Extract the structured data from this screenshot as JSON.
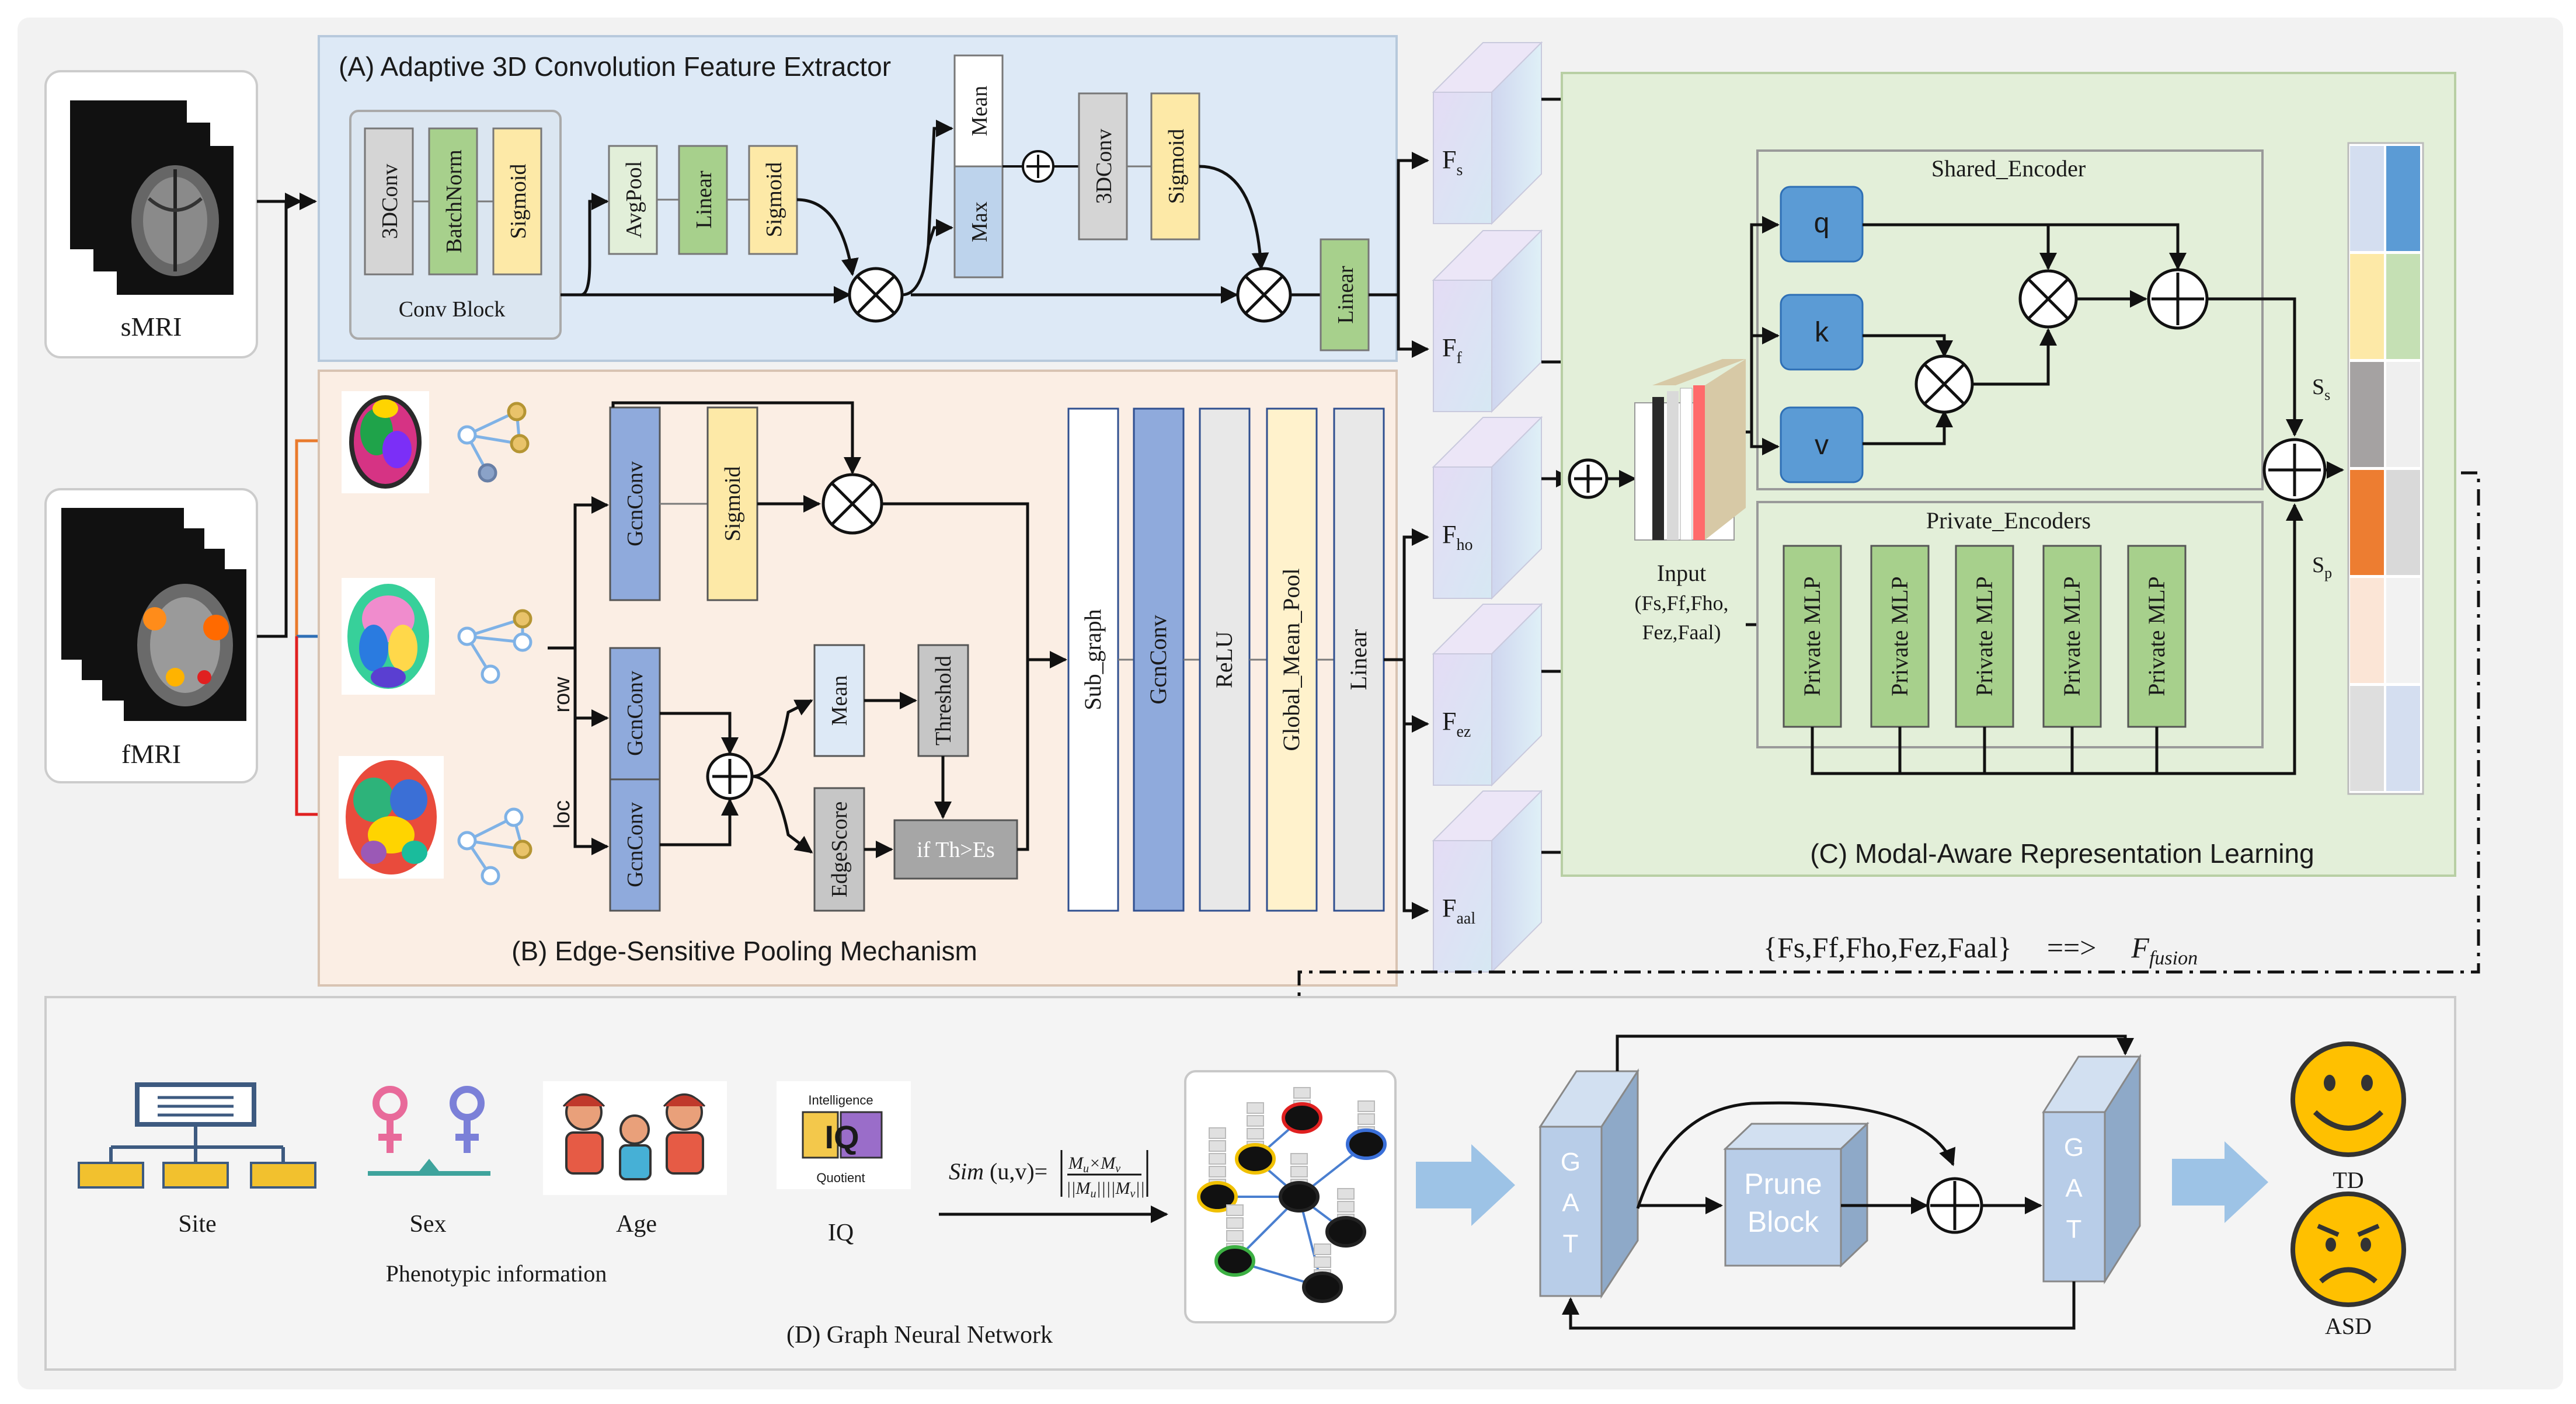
{
  "panelA": {
    "title": "(A) Adaptive 3D Convolution Feature Extractor",
    "conv_block_caption": "Conv Block",
    "blocks": {
      "conv3d": "3DConv",
      "batchnorm": "BatchNorm",
      "sigmoid1": "Sigmoid",
      "avgpool": "AvgPool",
      "linear1": "Linear",
      "sigmoid2": "Sigmoid",
      "mean": "Mean",
      "max": "Max",
      "conv3d_2": "3DConv",
      "sigmoid3": "Sigmoid",
      "linear_out": "Linear"
    }
  },
  "panelB": {
    "title": "(B) Edge-Sensitive Pooling Mechanism",
    "gcnconv_top": "GcnConv",
    "sigmoid": "Sigmoid",
    "gcnconv_row": "GcnConv",
    "gcnconv_loc": "GcnConv",
    "row_label": "row",
    "loc_label": "loc",
    "mean": "Mean",
    "threshold": "Threshold",
    "edgescore": "EdgeScore",
    "condition": "if  Th>Es",
    "stack": [
      "Sub_graph",
      "GcnConv",
      "ReLU",
      "Global_Mean_Pool",
      "Linear"
    ]
  },
  "inputs": {
    "smri_label": "sMRI",
    "fmri_label": "fMRI"
  },
  "features": [
    {
      "main": "F",
      "sub": "s"
    },
    {
      "main": "F",
      "sub": "f"
    },
    {
      "main": "F",
      "sub": "ho"
    },
    {
      "main": "F",
      "sub": "ez"
    },
    {
      "main": "F",
      "sub": "aal"
    }
  ],
  "panelC": {
    "title": "(C) Modal-Aware Representation Learning",
    "shared_encoder": "Shared_Encoder",
    "private_encoders": "Private_Encoders",
    "q": "q",
    "k": "k",
    "v": "v",
    "private_mlp": "Private MLP",
    "input_line1": "Input",
    "input_line2": "(Fs,Ff,Fho,",
    "input_line3": "Fez,Faal)",
    "ss": "S",
    "ss_sub": "s",
    "sp": "S",
    "sp_sub": "p"
  },
  "fusion": {
    "left": "{Fs,Ff,Fho,Fez,Faal}",
    "arrow": "==>",
    "right": "F",
    "right_sub": "fusion"
  },
  "panelD": {
    "title": "(D) Graph Neural Network",
    "site": "Site",
    "sex": "Sex",
    "age": "Age",
    "iq": "IQ",
    "iq_top": "Intelligence",
    "iq_bottom": "Quotient",
    "iq_letters": "IQ",
    "phenotypic": "Phenotypic information",
    "sim_prefix": "Sim",
    "sim_args": "(u,v)=",
    "sim_num": "M",
    "sim_den": "||M",
    "gat": "G A T",
    "prune_line1": "Prune",
    "prune_line2": "Block",
    "td": "TD",
    "asd": "ASD"
  },
  "colors": {
    "panelA_bg": "#dde9f6",
    "panelB_bg": "#fbeee4",
    "panelC_bg": "#e3efd9",
    "panelD_bg": "#f4f4f4",
    "grey_block": "#d5d5d5",
    "green_block": "#a7d08c",
    "yellow_block": "#fde9a7",
    "blue_block": "#8faadc",
    "light_blue_block": "#dae5f3",
    "qkv_blue": "#5b9bd5",
    "gat_blue": "#b8cde8",
    "arrow_blue": "#9dc3e6",
    "smiley": "#ffc000"
  }
}
